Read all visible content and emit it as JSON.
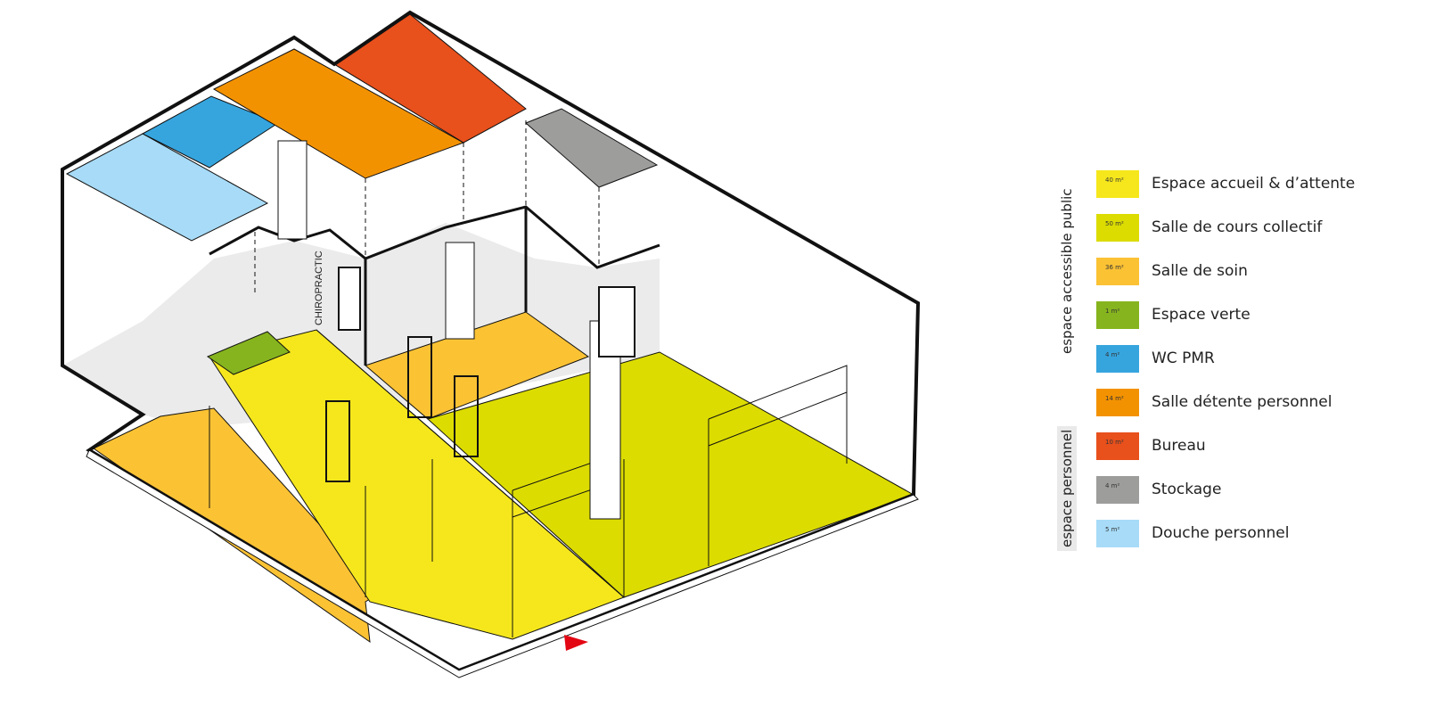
{
  "plan": {
    "room_label": "CHIROPRACTIC",
    "entrance_icon": "entrance-arrow-icon"
  },
  "legend": {
    "groups": [
      "espace accessible public",
      "espace personnel"
    ],
    "items": [
      {
        "area": "40 m²",
        "name": "Espace accueil & d’attente",
        "color": "#f5e71c"
      },
      {
        "area": "50 m²",
        "name": "Salle de cours collectif",
        "color": "#dcdc00"
      },
      {
        "area": "36 m²",
        "name": "Salle de soin",
        "color": "#fbc234"
      },
      {
        "area": "1 m²",
        "name": "Espace verte",
        "color": "#86b41e"
      },
      {
        "area": "4 m²",
        "name": "WC PMR",
        "color": "#36a5de"
      },
      {
        "area": "14 m²",
        "name": "Salle détente personnel",
        "color": "#f39200"
      },
      {
        "area": "10 m²",
        "name": "Bureau",
        "color": "#e8501c"
      },
      {
        "area": "4 m²",
        "name": "Stockage",
        "color": "#9d9d9c"
      },
      {
        "area": "5 m²",
        "name": "Douche personnel",
        "color": "#a7dbf7"
      }
    ]
  }
}
